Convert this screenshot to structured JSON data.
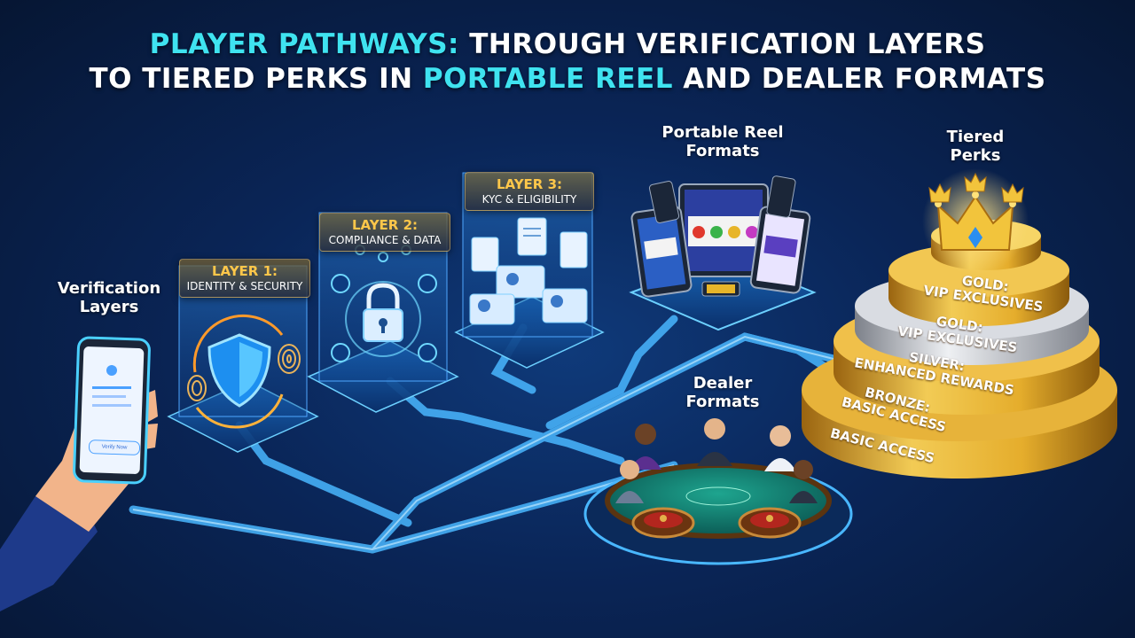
{
  "title": {
    "line1_highlight": "PLAYER PATHWAYS:",
    "line1_rest": "THROUGH VERIFICATION LAYERS",
    "line2_start": "TO TIERED PERKS IN",
    "line2_highlight": "PORTABLE REEL",
    "line2_end": "AND DEALER FORMATS"
  },
  "labels": {
    "verification_layers": "Verification\nLayers",
    "portable_reel": "Portable Reel\nFormats",
    "tiered_perks": "Tiered\nPerks",
    "dealer_formats": "Dealer\nFormats"
  },
  "layers": [
    {
      "num": "LAYER 1:",
      "desc": "IDENTITY & SECURITY"
    },
    {
      "num": "LAYER 2:",
      "desc": "COMPLIANCE & DATA"
    },
    {
      "num": "LAYER 3:",
      "desc": "KYC & ELIGIBILITY"
    }
  ],
  "phone": {
    "button": "Verify Now"
  },
  "tiers": [
    {
      "label": "GOLD:\nVIP EXCLUSIVES"
    },
    {
      "label": "GOLD:\nVIP EXCLUSIVES"
    },
    {
      "label": "SILVER:\nENHANCED REWARDS"
    },
    {
      "label": "BRONZE:\nBASIC ACCESS"
    },
    {
      "label": "BASIC ACCESS"
    }
  ],
  "colors": {
    "accent": "#3fe3f0",
    "gold": "#e2b23a",
    "silver": "#c9ccd3",
    "chain": "#49b7ff"
  }
}
